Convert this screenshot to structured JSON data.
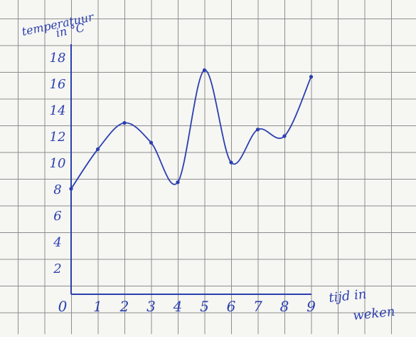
{
  "chart_data": {
    "type": "line",
    "smooth": true,
    "ylabel_line1": "temperatuur",
    "ylabel_line2": "in °C",
    "xlabel_line1": "tijd in",
    "xlabel_line2": "weken",
    "x": [
      0,
      1,
      2,
      3,
      4,
      5,
      6,
      7,
      8,
      9
    ],
    "y": [
      8,
      11,
      13,
      11.5,
      8.5,
      17,
      10,
      12.5,
      12,
      16.5
    ],
    "xlim": [
      0,
      9
    ],
    "ylim": [
      0,
      18
    ],
    "xticks": [
      "0",
      "1",
      "2",
      "3",
      "4",
      "5",
      "6",
      "7",
      "8",
      "9"
    ],
    "yticks": [
      "2",
      "4",
      "6",
      "8",
      "10",
      "12",
      "14",
      "16",
      "18"
    ],
    "grid": true,
    "legend": "none"
  },
  "colors": {
    "ink": "#2b3fb0",
    "grid": "#8e8e8e",
    "paper": "#f6f6f3"
  }
}
